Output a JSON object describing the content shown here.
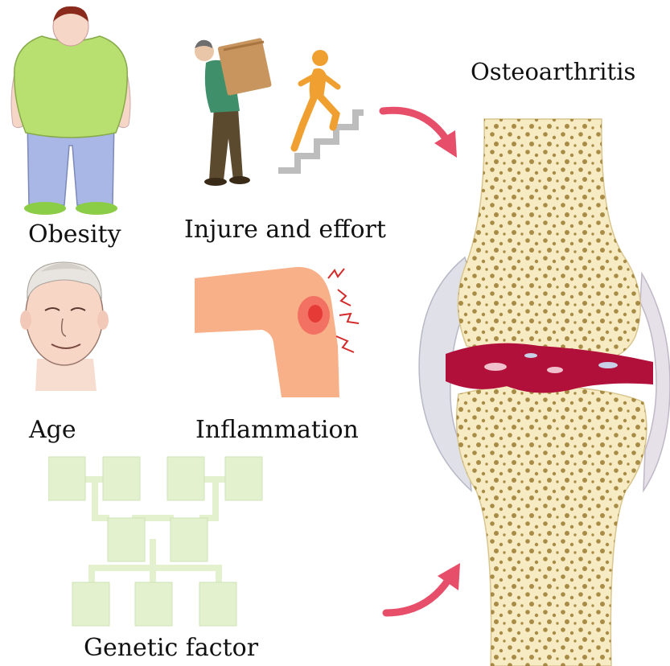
{
  "labels": {
    "obesity": "Obesity",
    "injure": "Injure and effort",
    "age": "Age",
    "inflammation": "Inflammation",
    "genetic": "Genetic factor",
    "osteoarthritis": "Osteoarthritis"
  },
  "colors": {
    "bone": "#f7ebc4",
    "bone_pore": "#8d6b1a",
    "inflamed_tissue": "#b0103a",
    "capsule": "#dfe0e8",
    "arrow": "#e64e6a",
    "shirt": "#b8e070",
    "jeans": "#a9b7e6",
    "skin": "#f7d2bd",
    "knee": "#f8b089",
    "pedigree": "#e3f1cf",
    "runner": "#f0a030",
    "box": "#c8955f"
  },
  "icons": [
    "obese-man-icon",
    "man-lifting-box-icon",
    "stair-runner-icon",
    "elderly-face-icon",
    "inflamed-knee-icon",
    "family-pedigree-icon",
    "curved-arrow-icon",
    "knee-joint-icon"
  ]
}
